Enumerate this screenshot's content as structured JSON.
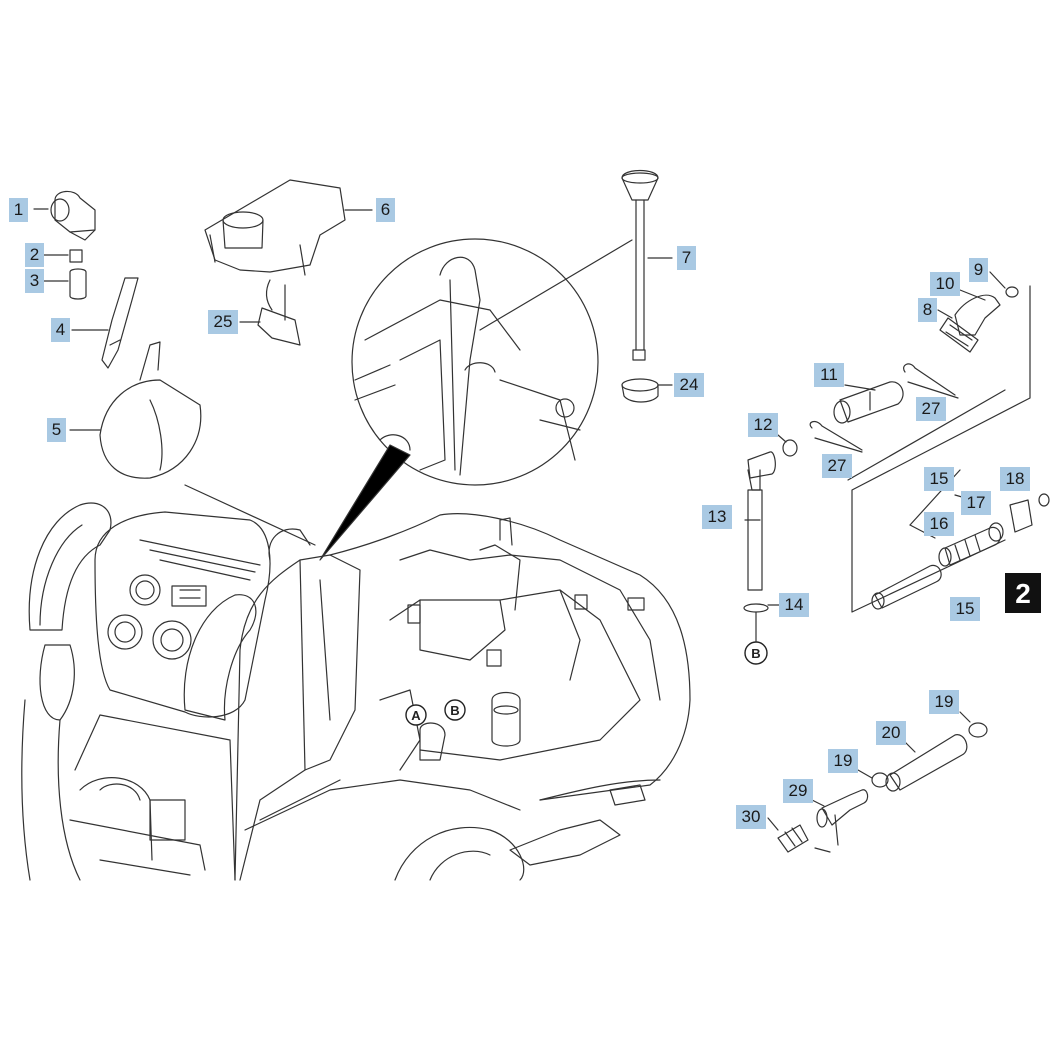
{
  "callouts": [
    {
      "id": "c1",
      "label": "1"
    },
    {
      "id": "c2",
      "label": "2"
    },
    {
      "id": "c3",
      "label": "3"
    },
    {
      "id": "c4",
      "label": "4"
    },
    {
      "id": "c5",
      "label": "5"
    },
    {
      "id": "c6",
      "label": "6"
    },
    {
      "id": "c7",
      "label": "7"
    },
    {
      "id": "c8",
      "label": "8"
    },
    {
      "id": "c9",
      "label": "9"
    },
    {
      "id": "c10",
      "label": "10"
    },
    {
      "id": "c11",
      "label": "11"
    },
    {
      "id": "c12",
      "label": "12"
    },
    {
      "id": "c13",
      "label": "13"
    },
    {
      "id": "c14",
      "label": "14"
    },
    {
      "id": "c15a",
      "label": "15"
    },
    {
      "id": "c15b",
      "label": "15"
    },
    {
      "id": "c16",
      "label": "16"
    },
    {
      "id": "c17",
      "label": "17"
    },
    {
      "id": "c18",
      "label": "18"
    },
    {
      "id": "c19a",
      "label": "19"
    },
    {
      "id": "c19b",
      "label": "19"
    },
    {
      "id": "c20",
      "label": "20"
    },
    {
      "id": "c24",
      "label": "24"
    },
    {
      "id": "c25",
      "label": "25"
    },
    {
      "id": "c27a",
      "label": "27"
    },
    {
      "id": "c27b",
      "label": "27"
    },
    {
      "id": "c29",
      "label": "29"
    },
    {
      "id": "c30",
      "label": "30"
    }
  ],
  "connector_markers": {
    "a": "A",
    "b1": "B",
    "b2": "B"
  },
  "figure_badge": "2",
  "colors": {
    "callout_bg": "#a9c9e3",
    "line": "#333333",
    "badge": "#111111"
  }
}
